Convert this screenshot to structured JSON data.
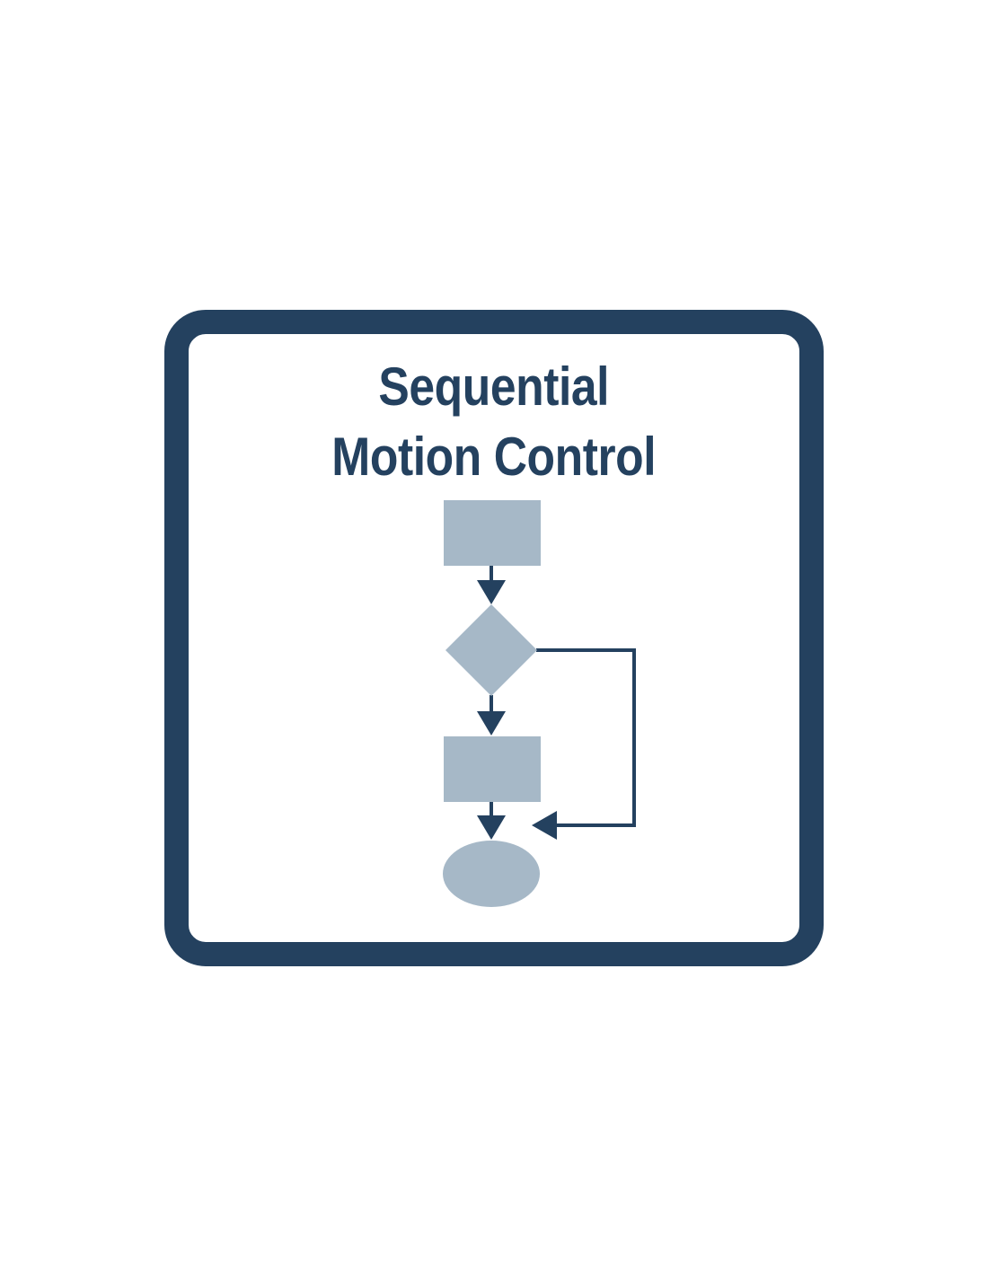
{
  "title": {
    "line1": "Sequential",
    "line2": "Motion Control"
  },
  "colors": {
    "frame": "#24415f",
    "shape_fill": "#a6b8c7",
    "connector": "#24415f",
    "background": "#ffffff"
  },
  "flowchart": {
    "nodes": [
      {
        "id": "step-1",
        "shape": "rectangle"
      },
      {
        "id": "decision",
        "shape": "diamond"
      },
      {
        "id": "step-2",
        "shape": "rectangle"
      },
      {
        "id": "end",
        "shape": "ellipse"
      }
    ],
    "edges": [
      {
        "from": "step-1",
        "to": "decision"
      },
      {
        "from": "decision",
        "to": "step-2"
      },
      {
        "from": "step-2",
        "to": "end"
      },
      {
        "from": "decision",
        "to": "end",
        "route": "bypass-right"
      }
    ]
  }
}
